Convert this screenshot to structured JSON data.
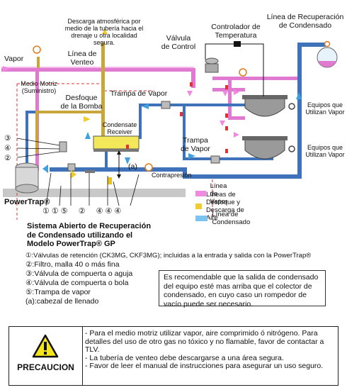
{
  "diagram": {
    "labels": {
      "descarga": [
        "Descarga atmosférica por",
        "medio de la tubería hacia el",
        "drenaje u otra localidad",
        "segura."
      ],
      "linea_recuperacion": [
        "Línea de Recuperación",
        "de Condensado"
      ],
      "controlador": [
        "Controlador de",
        "Temperatura"
      ],
      "valvula_control": [
        "Válvula",
        "de Control"
      ],
      "vapor": "Vapor",
      "linea_venteo": [
        "Línea de",
        "Venteo"
      ],
      "medio_motriz": [
        "Medio Motriz",
        "(Suministro)"
      ],
      "desfoque": [
        "Desfoque",
        "de la Bomba"
      ],
      "trampa_vapor_1": "Trampa de Vapor",
      "trampa_vapor_2": [
        "Trampa",
        "de Vapor"
      ],
      "condensate_receiver": [
        "Condensate",
        "Receiver"
      ],
      "equipos_1": [
        "Equipos que",
        "Utilizan Vapor"
      ],
      "equipos_2": [
        "Equipos que",
        "Utilizan Vapor"
      ],
      "a_label": "(a)",
      "contrapresion": "Contrapresión",
      "powertrap": "PowerTrap®",
      "callout_3": "③",
      "callout_4": "④",
      "callout_2": "②",
      "bottom_numbers": "①①⑤  ②  ④④④"
    },
    "colors": {
      "steam": "#e07ad0",
      "vent": "#c9a63a",
      "condensate": "#3f72b8",
      "condensate_legend": "#7ec3ee",
      "receiver_fill": "#f2e85a"
    }
  },
  "legend": [
    {
      "label": "Línea de Vapor",
      "color": "#f08ae0"
    },
    {
      "label": "Líneas de Desfoque y Descarga de Aire",
      "color": "#f0cc30"
    },
    {
      "label": "Línea de Condensado",
      "color": "#7ec3ee"
    }
  ],
  "system_title": [
    "Sistema Abierto de Recuperación",
    "de Condensado utilizando el",
    "Modelo PowerTrap® GP"
  ],
  "numbered_list": [
    {
      "num": "①:",
      "text": "Válvulas de retención (CK3MG, CKF3MG); incluidas a la entrada y salida con la PowerTrap®"
    },
    {
      "num": "②:",
      "text": "Filtro, malla 40 o más fina"
    },
    {
      "num": "③:",
      "text": "Válvula de compuerta o aguja"
    },
    {
      "num": "④:",
      "text": "Válvula de compuerta o bola"
    },
    {
      "num": "⑤:",
      "text": "Trampa de vapor"
    },
    {
      "num": "(a):",
      "text": "cabezal de llenado"
    }
  ],
  "note": "Es recomendable que la salida de condensado del equipo esté mas arriba que el colector de condensado, en cuyo caso un rompedor de vacío puede ser necesario.",
  "caution": {
    "title": "PRECAUCION",
    "lines": [
      "- Para el medio motriz utilizar vapor, aire comprimido ó nitrógeno. Para detalles del uso de otro gas no tóxico y no flamable, favor de contactar a TLV.",
      "- La tubería de venteo debe descargarse a una área segura.",
      "- Favor de leer el manual de instrucciones para asegurar un uso seguro."
    ]
  }
}
